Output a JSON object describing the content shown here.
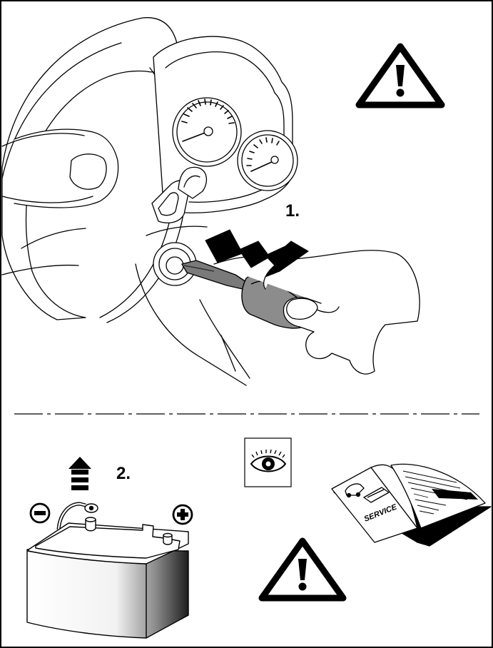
{
  "steps": {
    "step1_label": "1.",
    "step2_label": "2."
  },
  "manual": {
    "cover_text": "SERVICE"
  },
  "icons": {
    "warning_top": "warning-triangle-icon",
    "warning_bottom": "warning-triangle-icon",
    "eye": "eye-icon",
    "minus_terminal": "minus-icon",
    "plus_terminal": "plus-icon",
    "up_arrow": "up-arrow-icon"
  },
  "colors": {
    "line": "#000000",
    "background": "#ffffff",
    "key_fill": "#808080",
    "battery_gradient_dark": "#222222"
  }
}
